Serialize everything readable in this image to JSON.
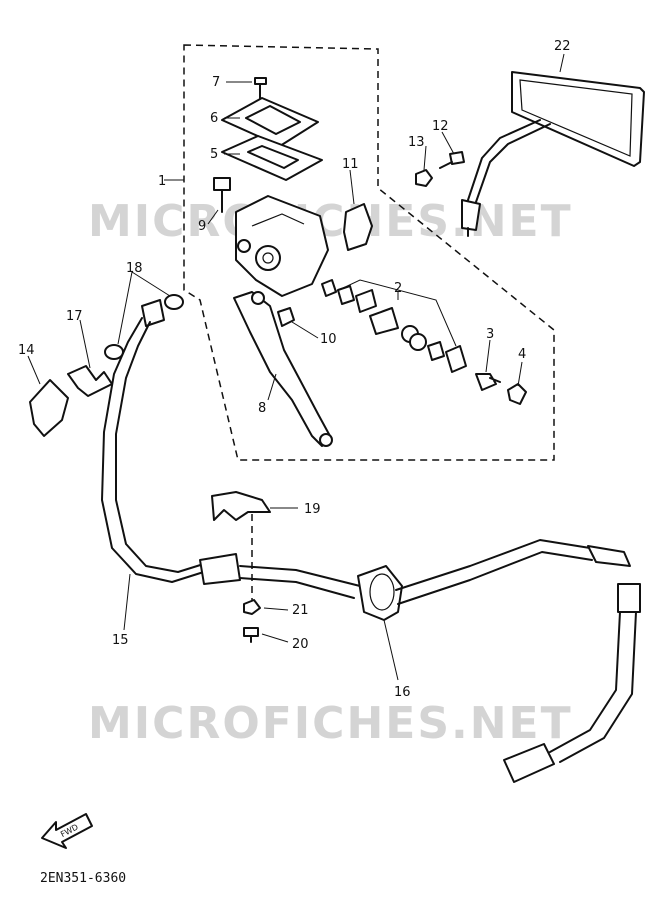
{
  "diagram": {
    "watermarks": [
      "MICROFICHES.NET",
      "MICROFICHES.NET"
    ],
    "fwd_label": "FWD",
    "drawing_code": "2EN351-6360",
    "callouts": {
      "p1": "1",
      "p2": "2",
      "p3": "3",
      "p4": "4",
      "p5": "5",
      "p6": "6",
      "p7": "7",
      "p8": "8",
      "p9": "9",
      "p10": "10",
      "p11": "11",
      "p12": "12",
      "p13": "13",
      "p14": "14",
      "p15": "15",
      "p16": "16",
      "p17": "17",
      "p18": "18",
      "p19": "19",
      "p20": "20",
      "p21": "21",
      "p22": "22"
    }
  }
}
